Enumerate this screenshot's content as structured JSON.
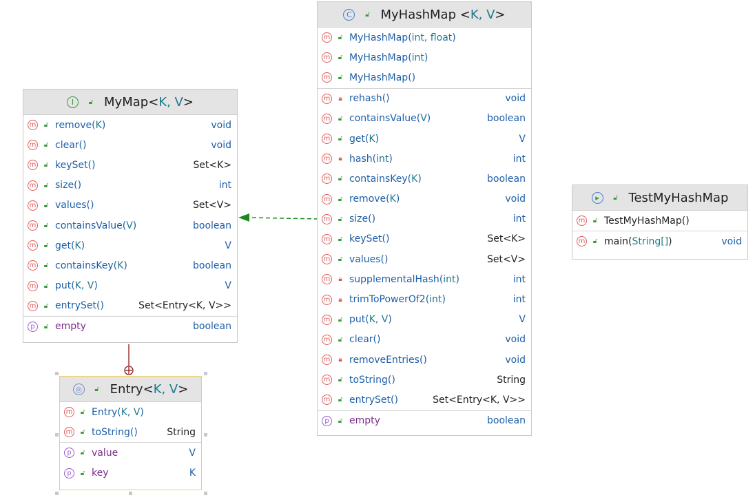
{
  "colors": {
    "method_badge": "#e05a5a",
    "property_badge": "#9b59d0",
    "public_lock": "#3a9a3a",
    "private_lock": "#d9534f",
    "member_name": "#1e5fa8",
    "arrow": "#1a8a1a"
  },
  "icons": {
    "method": "method-badge-icon",
    "property": "property-badge-icon",
    "public": "public-lock-icon",
    "private": "private-lock-icon"
  },
  "mymap": {
    "icon_letter": "I",
    "name": "MyMap",
    "generics_open": "<",
    "generics": "K, V",
    "generics_close": ">",
    "methods": [
      {
        "name": "remove",
        "args": "K",
        "type": "void"
      },
      {
        "name": "clear",
        "args": "",
        "type": "void"
      },
      {
        "name": "keySet",
        "args": "",
        "type": "Set<K>"
      },
      {
        "name": "size",
        "args": "",
        "type": "int"
      },
      {
        "name": "values",
        "args": "",
        "type": "Set<V>"
      },
      {
        "name": "containsValue",
        "args": "V",
        "type": "boolean"
      },
      {
        "name": "get",
        "args": "K",
        "type": "V"
      },
      {
        "name": "containsKey",
        "args": "K",
        "type": "boolean"
      },
      {
        "name": "put",
        "args": "K, V",
        "type": "V"
      },
      {
        "name": "entrySet",
        "args": "",
        "type": "Set<Entry<K, V>>"
      }
    ],
    "property": {
      "name": "empty",
      "type": "boolean"
    }
  },
  "entry": {
    "name": "Entry",
    "generics_open": "<",
    "generics": "K, V",
    "generics_close": ">",
    "methods": [
      {
        "name": "Entry",
        "args": "K, V",
        "type": ""
      },
      {
        "name": "toString",
        "args": "",
        "type": "String"
      }
    ],
    "properties": [
      {
        "name": "value",
        "type": "V"
      },
      {
        "name": "key",
        "type": "K"
      }
    ]
  },
  "myhashmap": {
    "icon_letter": "C",
    "name": "MyHashMap",
    "generics_open": "<",
    "generics": "K, V",
    "generics_close": ">",
    "constructors": [
      {
        "name": "MyHashMap",
        "args": "int, float"
      },
      {
        "name": "MyHashMap",
        "args": "int"
      },
      {
        "name": "MyHashMap",
        "args": ""
      }
    ],
    "methods": [
      {
        "name": "rehash",
        "args": "",
        "type": "void",
        "private": true
      },
      {
        "name": "containsValue",
        "args": "V",
        "type": "boolean",
        "private": false
      },
      {
        "name": "get",
        "args": "K",
        "type": "V",
        "private": false
      },
      {
        "name": "hash",
        "args": "int",
        "type": "int",
        "private": true
      },
      {
        "name": "containsKey",
        "args": "K",
        "type": "boolean",
        "private": false
      },
      {
        "name": "remove",
        "args": "K",
        "type": "void",
        "private": false
      },
      {
        "name": "size",
        "args": "",
        "type": "int",
        "private": false
      },
      {
        "name": "keySet",
        "args": "",
        "type": "Set<K>",
        "private": false
      },
      {
        "name": "values",
        "args": "",
        "type": "Set<V>",
        "private": false
      },
      {
        "name": "supplementalHash",
        "args": "int",
        "type": "int",
        "private": true
      },
      {
        "name": "trimToPowerOf2",
        "args": "int",
        "type": "int",
        "private": true
      },
      {
        "name": "put",
        "args": "K, V",
        "type": "V",
        "private": false
      },
      {
        "name": "clear",
        "args": "",
        "type": "void",
        "private": false
      },
      {
        "name": "removeEntries",
        "args": "",
        "type": "void",
        "private": true
      },
      {
        "name": "toString",
        "args": "",
        "type": "String",
        "private": false
      },
      {
        "name": "entrySet",
        "args": "",
        "type": "Set<Entry<K, V>>",
        "private": false
      }
    ],
    "property": {
      "name": "empty",
      "type": "boolean"
    }
  },
  "testmyhashmap": {
    "name": "TestMyHashMap",
    "methods": [
      {
        "name": "TestMyHashMap",
        "args": "",
        "type": ""
      },
      {
        "name": "main",
        "args": "String[]",
        "type": "void"
      }
    ]
  }
}
